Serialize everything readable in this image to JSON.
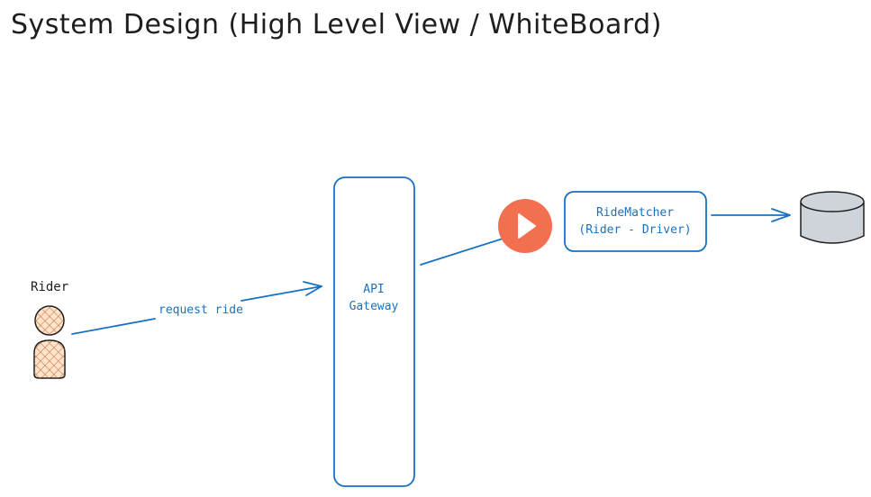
{
  "title": "System Design (High Level View / WhiteBoard)",
  "actor": {
    "label": "Rider"
  },
  "edges": {
    "request": "request ride"
  },
  "gateway": {
    "line1": "API",
    "line2": "Gateway"
  },
  "matcher": {
    "line1": "RideMatcher",
    "line2": "(Rider - Driver)"
  },
  "colors": {
    "stroke": "#1971c2",
    "actor_fill": "#ffc9a3",
    "actor_stroke": "#1e1e1e",
    "db_fill": "#ced4da",
    "play": "#f2704f"
  },
  "icons": {
    "play": "play-icon",
    "database": "database-icon",
    "person": "person-icon"
  }
}
